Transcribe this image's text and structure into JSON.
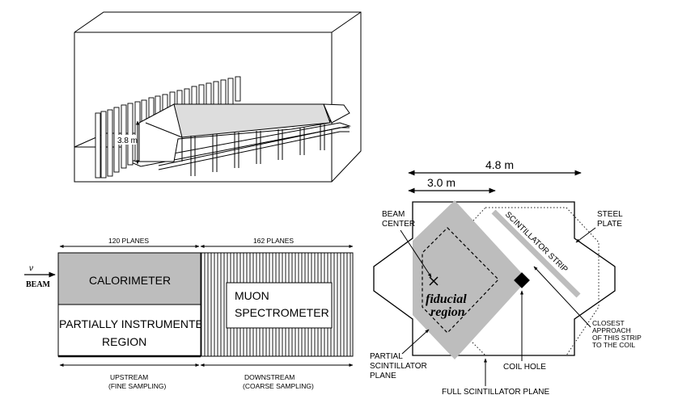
{
  "detector_view": {
    "height_label": "3.8 m"
  },
  "side_view": {
    "upstream_planes": "120 PLANES",
    "downstream_planes": "162 PLANES",
    "nu_symbol": "ν",
    "beam_label": "BEAM",
    "calorimeter": "CALORIMETER",
    "partial_line1": "PARTIALLY INSTRUMENTED",
    "partial_line2": "REGION",
    "muon_line1": "MUON",
    "muon_line2": "SPECTROMETER",
    "upstream_line1": "UPSTREAM",
    "upstream_line2": "(FINE SAMPLING)",
    "downstream_line1": "DOWNSTREAM",
    "downstream_line2": "(COARSE SAMPLING)"
  },
  "plane_view": {
    "width_outer": "4.8 m",
    "width_inner": "3.0 m",
    "beam_center_line1": "BEAM",
    "beam_center_line2": "CENTER",
    "scint_strip": "SCINTILLATOR STRIP",
    "steel_line1": "STEEL",
    "steel_line2": "PLATE",
    "fiducial_line1": "fiducial",
    "fiducial_line2": "region",
    "closest_line1": "CLOSEST",
    "closest_line2": "APPROACH",
    "closest_line3": "OF THIS STRIP",
    "closest_line4": "TO THE COIL",
    "partial_line1": "PARTIAL",
    "partial_line2": "SCINTILLATOR",
    "partial_line3": "PLANE",
    "coil_hole": "COIL HOLE",
    "full_plane": "FULL SCINTILLATOR PLANE"
  },
  "colors": {
    "gray_fill": "#bdbdbd",
    "line": "#000000"
  }
}
